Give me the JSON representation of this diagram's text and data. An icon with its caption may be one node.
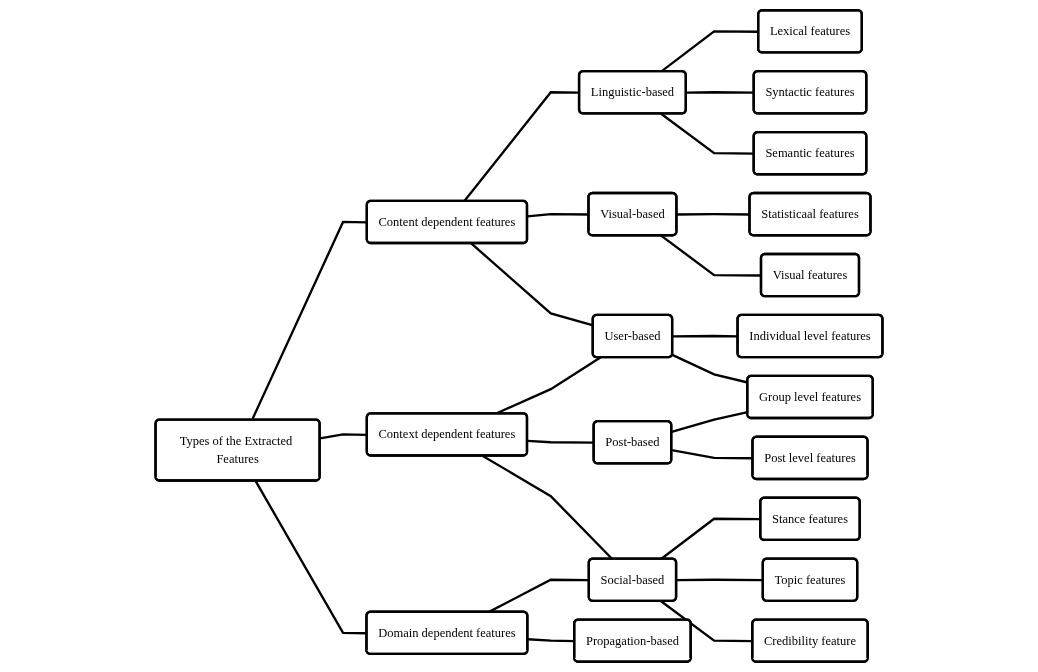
{
  "diagram": {
    "nodes": [
      {
        "text": [
          "Types of the Extracted Features"
        ]
      },
      {
        "text": [
          "Content dependent features"
        ]
      },
      {
        "text": [
          "Context dependent features"
        ]
      },
      {
        "text": [
          "Domain dependent features"
        ]
      },
      {
        "text": [
          "Linguistic-based"
        ]
      },
      {
        "text": [
          "Visual-based"
        ]
      },
      {
        "text": [
          "User-based"
        ]
      },
      {
        "text": [
          "Post-based"
        ]
      },
      {
        "text": [
          "Social-based"
        ]
      },
      {
        "text": [
          "Propagation-based"
        ]
      },
      {
        "text": [
          "Lexical features"
        ]
      },
      {
        "text": [
          "Syntactic features"
        ]
      },
      {
        "text": [
          "Semantic features"
        ]
      },
      {
        "text": [
          "Statisticaal features"
        ]
      },
      {
        "text": [
          "Visual features"
        ]
      },
      {
        "text": [
          "Individual level features"
        ]
      },
      {
        "text": [
          "Group level features"
        ]
      },
      {
        "text": [
          "Post level features"
        ]
      },
      {
        "text": [
          "Stance features"
        ]
      },
      {
        "text": [
          "Topic features"
        ]
      },
      {
        "text": [
          "Credibility feature"
        ]
      }
    ],
    "edges": [
      {
        "from": 0,
        "to": 1,
        "arrow": "none"
      },
      {
        "from": 0,
        "to": 2,
        "arrow": "none"
      },
      {
        "from": 0,
        "to": 3,
        "arrow": "none"
      },
      {
        "from": 1,
        "to": 4,
        "arrow": "none"
      },
      {
        "from": 1,
        "to": 5,
        "arrow": "none"
      },
      {
        "from": 1,
        "to": 6,
        "arrow": "none"
      },
      {
        "from": 2,
        "to": 6,
        "arrow": "none"
      },
      {
        "from": 2,
        "to": 7,
        "arrow": "none"
      },
      {
        "from": 2,
        "to": 8,
        "arrow": "none"
      },
      {
        "from": 3,
        "to": 8,
        "arrow": "none"
      },
      {
        "from": 3,
        "to": 9,
        "arrow": "none"
      },
      {
        "from": 4,
        "to": 10,
        "arrow": "none"
      },
      {
        "from": 4,
        "to": 11,
        "arrow": "none"
      },
      {
        "from": 4,
        "to": 12,
        "arrow": "none"
      },
      {
        "from": 5,
        "to": 13,
        "arrow": "none"
      },
      {
        "from": 5,
        "to": 14,
        "arrow": "none"
      },
      {
        "from": 6,
        "to": 15,
        "arrow": "none"
      },
      {
        "from": 6,
        "to": 16,
        "arrow": "none"
      },
      {
        "from": 7,
        "to": 16,
        "arrow": "none"
      },
      {
        "from": 7,
        "to": 17,
        "arrow": "none"
      },
      {
        "from": 8,
        "to": 18,
        "arrow": "none"
      },
      {
        "from": 8,
        "to": 19,
        "arrow": "none"
      },
      {
        "from": 8,
        "to": 20,
        "arrow": "none"
      }
    ]
  }
}
